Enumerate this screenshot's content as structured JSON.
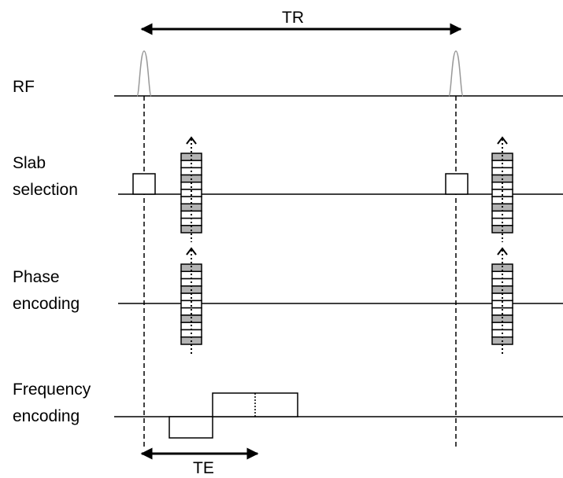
{
  "labels": {
    "tr": "TR",
    "te": "TE",
    "rf": "RF",
    "slab_line1": "Slab",
    "slab_line2": "selection",
    "phase_line1": "Phase",
    "phase_line2": "encoding",
    "freq_line1": "Frequency",
    "freq_line2": "encoding"
  },
  "colors": {
    "stroke": "#000000",
    "gradient_fill": "#b3b3b3",
    "background": "#ffffff"
  }
}
